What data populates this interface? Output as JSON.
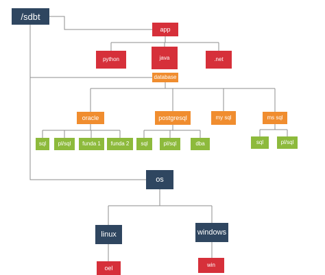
{
  "diagram": {
    "type": "directory-tree",
    "colors": {
      "navy": "#2f4660",
      "red": "#d6303a",
      "orange": "#f08d2f",
      "green": "#8dba3c",
      "connector": "#8c8c8c"
    },
    "nodes": {
      "sdbt": "/sdbt",
      "app": "app",
      "python": "python",
      "java": "java",
      "net": ".net",
      "database": "database",
      "oracle": "oracle",
      "postgresql": "postgresql",
      "mysql": "my sql",
      "mssql": "ms sql",
      "oracle_sql": "sql",
      "oracle_plsql": "pl/sql",
      "funda1": "funda 1",
      "funda2": "funda 2",
      "pg_sql": "sql",
      "pg_plsql": "pl/sql",
      "pg_dba": "dba",
      "ms_sql": "sql",
      "ms_plsql": "pl/sql",
      "os": "os",
      "linux": "linux",
      "windows": "windows",
      "oel": "oel",
      "win": "win"
    },
    "edges": [
      [
        "sdbt",
        "app"
      ],
      [
        "sdbt",
        "database"
      ],
      [
        "sdbt",
        "os"
      ],
      [
        "app",
        "python"
      ],
      [
        "app",
        "java"
      ],
      [
        "app",
        "net"
      ],
      [
        "database",
        "oracle"
      ],
      [
        "database",
        "postgresql"
      ],
      [
        "database",
        "mysql"
      ],
      [
        "database",
        "mssql"
      ],
      [
        "oracle",
        "oracle_sql"
      ],
      [
        "oracle",
        "oracle_plsql"
      ],
      [
        "oracle",
        "funda1"
      ],
      [
        "oracle",
        "funda2"
      ],
      [
        "postgresql",
        "pg_sql"
      ],
      [
        "postgresql",
        "pg_plsql"
      ],
      [
        "postgresql",
        "pg_dba"
      ],
      [
        "mssql",
        "ms_sql"
      ],
      [
        "mssql",
        "ms_plsql"
      ],
      [
        "os",
        "linux"
      ],
      [
        "os",
        "windows"
      ],
      [
        "linux",
        "oel"
      ],
      [
        "windows",
        "win"
      ]
    ]
  }
}
